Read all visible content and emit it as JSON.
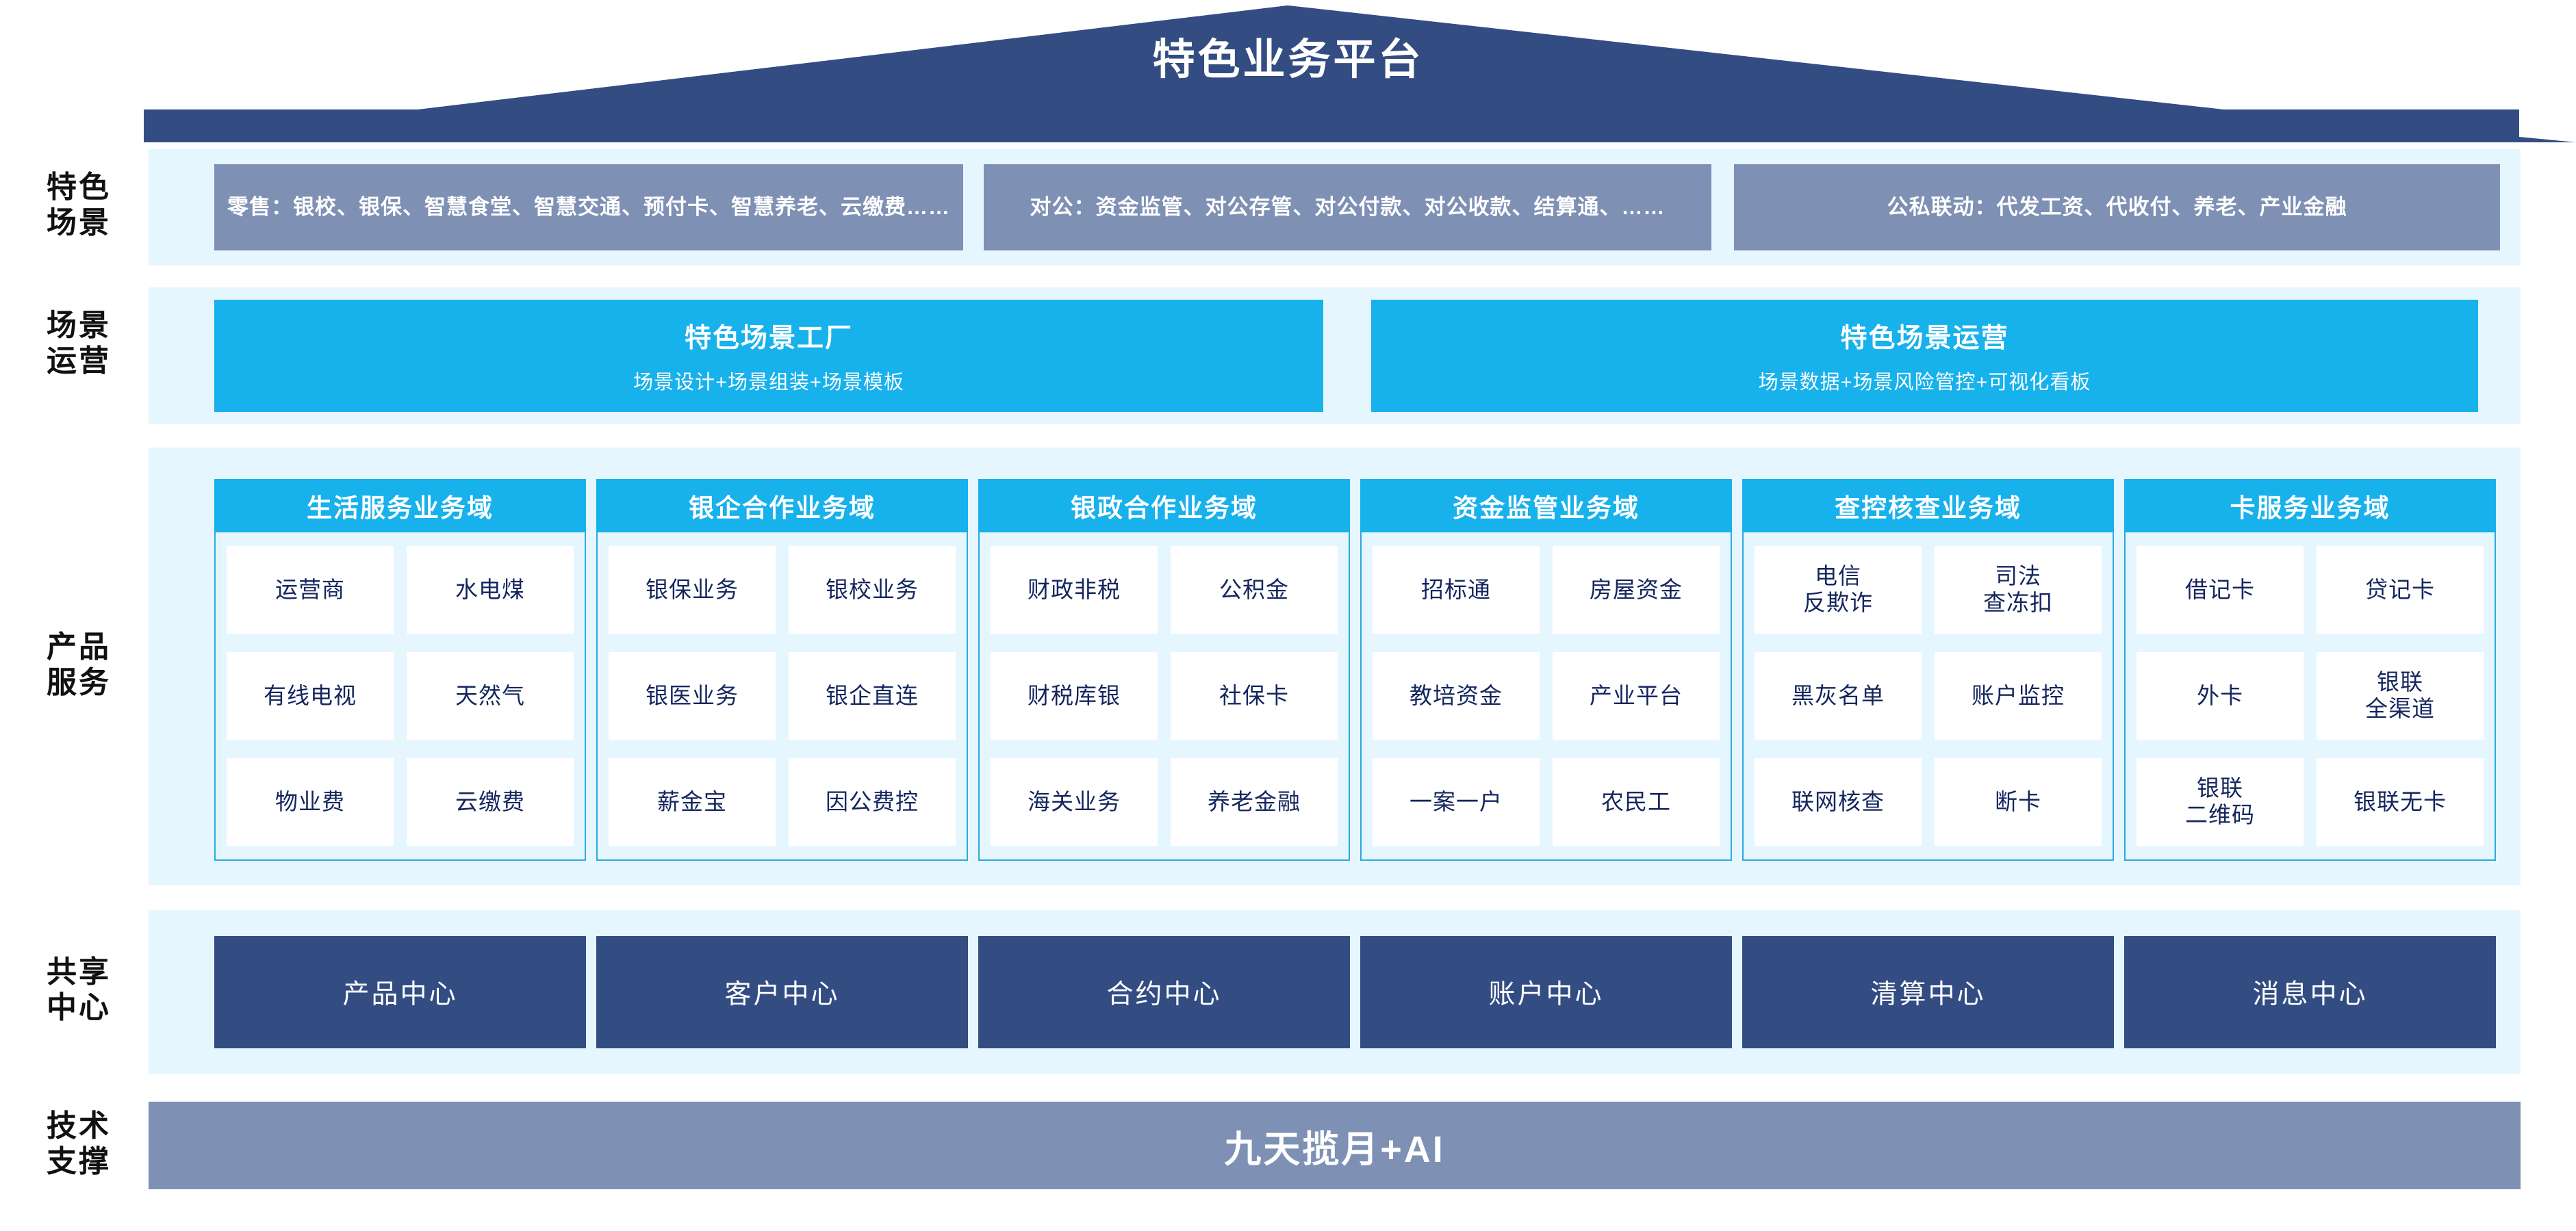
{
  "header": {
    "title": "特色业务平台"
  },
  "row_labels": {
    "scenes": "特色\n场景",
    "operations": "场景\n运营",
    "products": "产品\n服务",
    "shared": "共享\n中心",
    "tech": "技术\n支撑"
  },
  "scenes": {
    "items": [
      {
        "label": "零售：银校、银保、智慧食堂、智慧交通、预付卡、智慧养老、云缴费……"
      },
      {
        "label": "对公：资金监管、对公存管、对公付款、对公收款、结算通、……"
      },
      {
        "label": "公私联动：代发工资、代收付、养老、产业金融"
      }
    ]
  },
  "operations": {
    "items": [
      {
        "title": "特色场景工厂",
        "subtitle": "场景设计+场景组装+场景模板"
      },
      {
        "title": "特色场景运营",
        "subtitle": "场景数据+场景风险管控+可视化看板"
      }
    ]
  },
  "products": {
    "columns": [
      {
        "title": "生活服务业务域",
        "tiles": [
          "运营商",
          "水电煤",
          "有线电视",
          "天然气",
          "物业费",
          "云缴费"
        ]
      },
      {
        "title": "银企合作业务域",
        "tiles": [
          "银保业务",
          "银校业务",
          "银医业务",
          "银企直连",
          "薪金宝",
          "因公费控"
        ]
      },
      {
        "title": "银政合作业务域",
        "tiles": [
          "财政非税",
          "公积金",
          "财税库银",
          "社保卡",
          "海关业务",
          "养老金融"
        ]
      },
      {
        "title": "资金监管业务域",
        "tiles": [
          "招标通",
          "房屋资金",
          "教培资金",
          "产业平台",
          "一案一户",
          "农民工"
        ]
      },
      {
        "title": "查控核查业务域",
        "tiles": [
          "电信\n反欺诈",
          "司法\n查冻扣",
          "黑灰名单",
          "账户监控",
          "联网核查",
          "断卡"
        ]
      },
      {
        "title": "卡服务业务域",
        "tiles": [
          "借记卡",
          "贷记卡",
          "外卡",
          "银联\n全渠道",
          "银联\n二维码",
          "银联无卡"
        ]
      }
    ]
  },
  "shared_centers": {
    "items": [
      "产品中心",
      "客户中心",
      "合约中心",
      "账户中心",
      "清算中心",
      "消息中心"
    ]
  },
  "tech_support": {
    "label": "九天揽月+AI"
  },
  "colors": {
    "roof": "#334d83",
    "band": "#e6f6fe",
    "scene_box": "#7e90b4",
    "cyan": "#17b1ec",
    "tile_text": "#14265e",
    "shared_box": "#334d83",
    "tech_bar": "#7e90b4"
  }
}
